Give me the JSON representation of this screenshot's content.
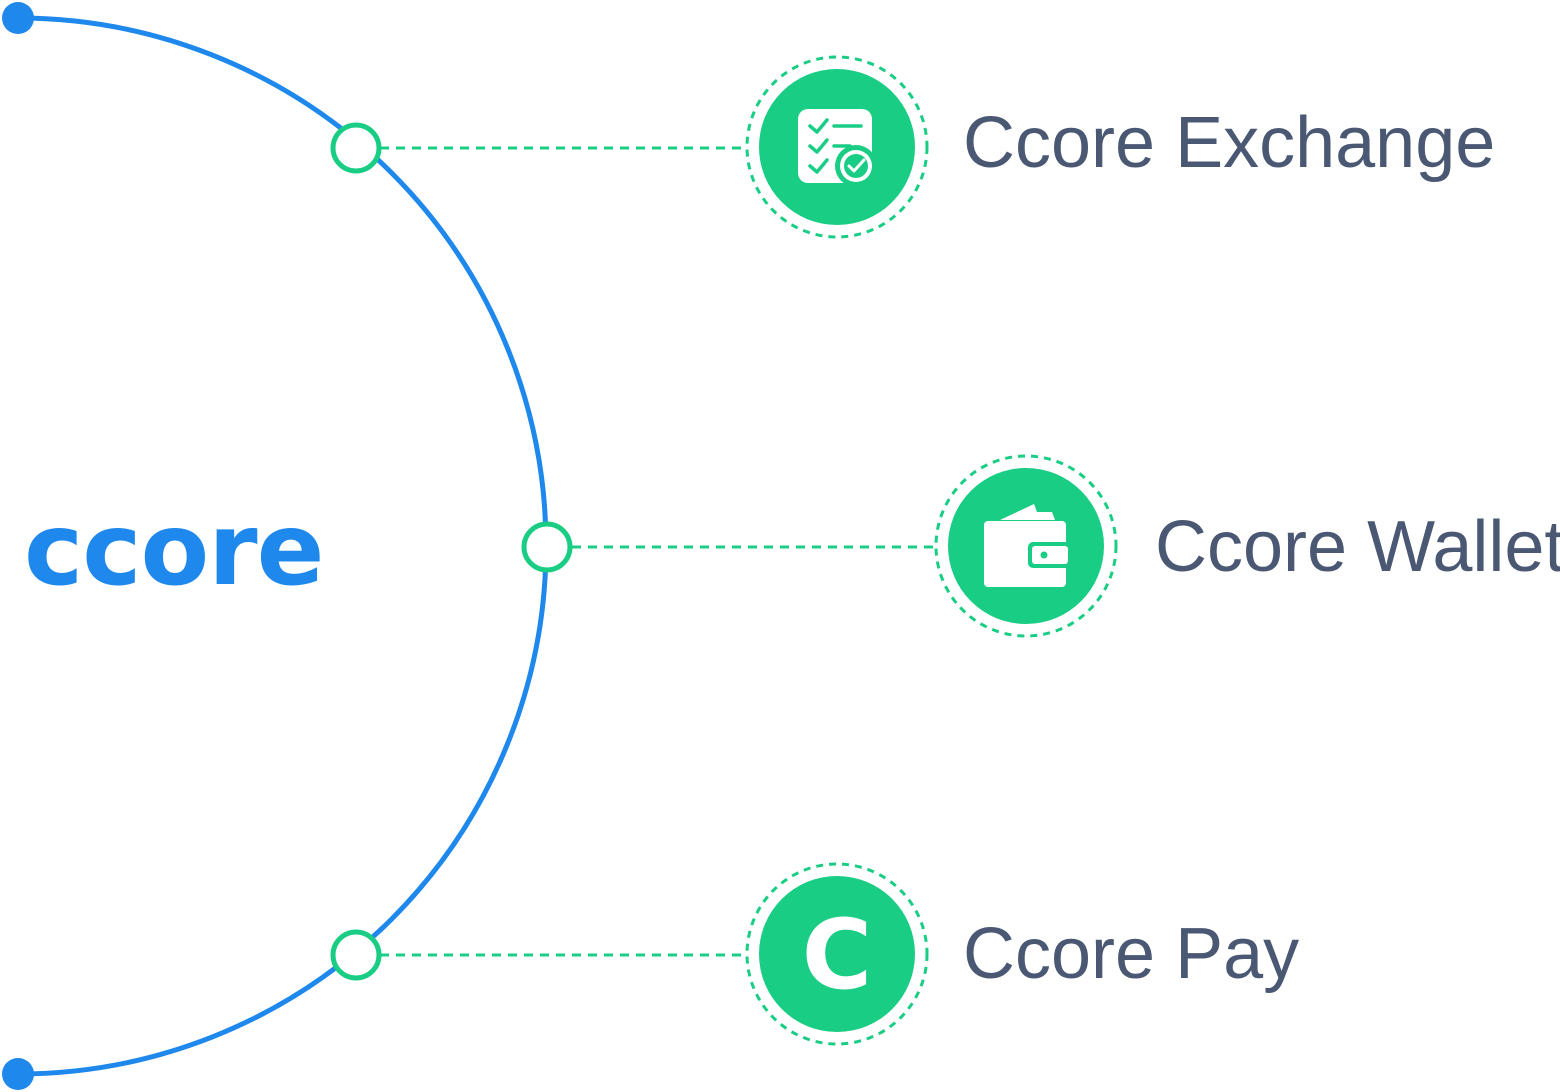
{
  "brand": {
    "name": "ccore"
  },
  "colors": {
    "primary_blue": "#1E88EC",
    "accent_green": "#1ACD84",
    "label_slate": "#4A5873",
    "white": "#FFFFFF"
  },
  "products": [
    {
      "label": "Ccore Exchange",
      "icon": "exchange-checklist-icon"
    },
    {
      "label": "Ccore Wallet",
      "icon": "wallet-icon"
    },
    {
      "label": "Ccore Pay",
      "icon": "ccore-pay-coin-icon",
      "glyph": "C"
    }
  ]
}
